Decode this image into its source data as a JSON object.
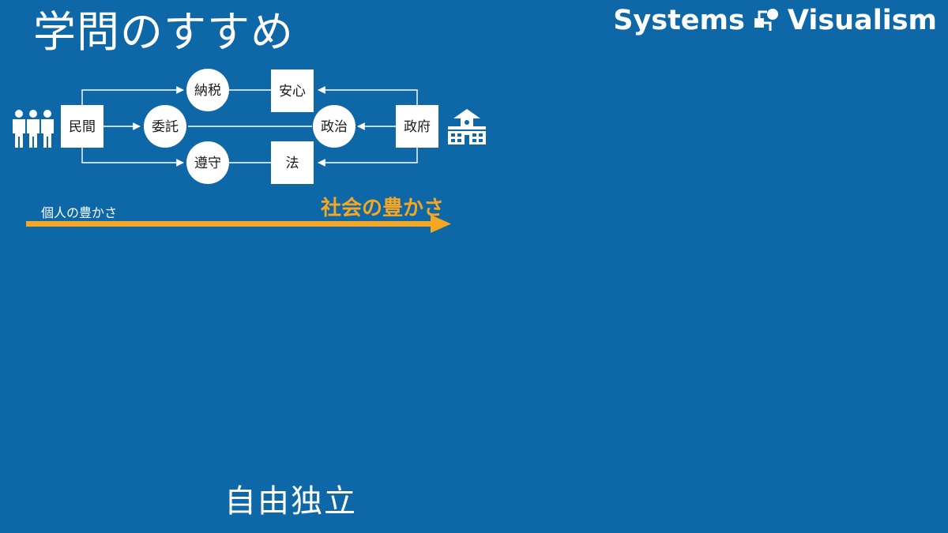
{
  "title": "学問のすすめ",
  "brand": {
    "left": "Systems",
    "right": "Visualism",
    "icon": "systems-visualism-logo-icon"
  },
  "diagram": {
    "people_icon": "people-icon",
    "building_icon": "government-building-icon",
    "nodes": {
      "minkan": "民間",
      "nouzei": "納税",
      "anshin": "安心",
      "itaku": "委託",
      "seiji": "政治",
      "seifu": "政府",
      "junshu": "遵守",
      "hou": "法"
    }
  },
  "captions": {
    "individual": "個人の豊かさ",
    "society": "社会の豊かさ"
  },
  "footer": "自由独立",
  "colors": {
    "background": "#0e68a8",
    "accent": "#f5a623",
    "line": "#ffffff"
  }
}
